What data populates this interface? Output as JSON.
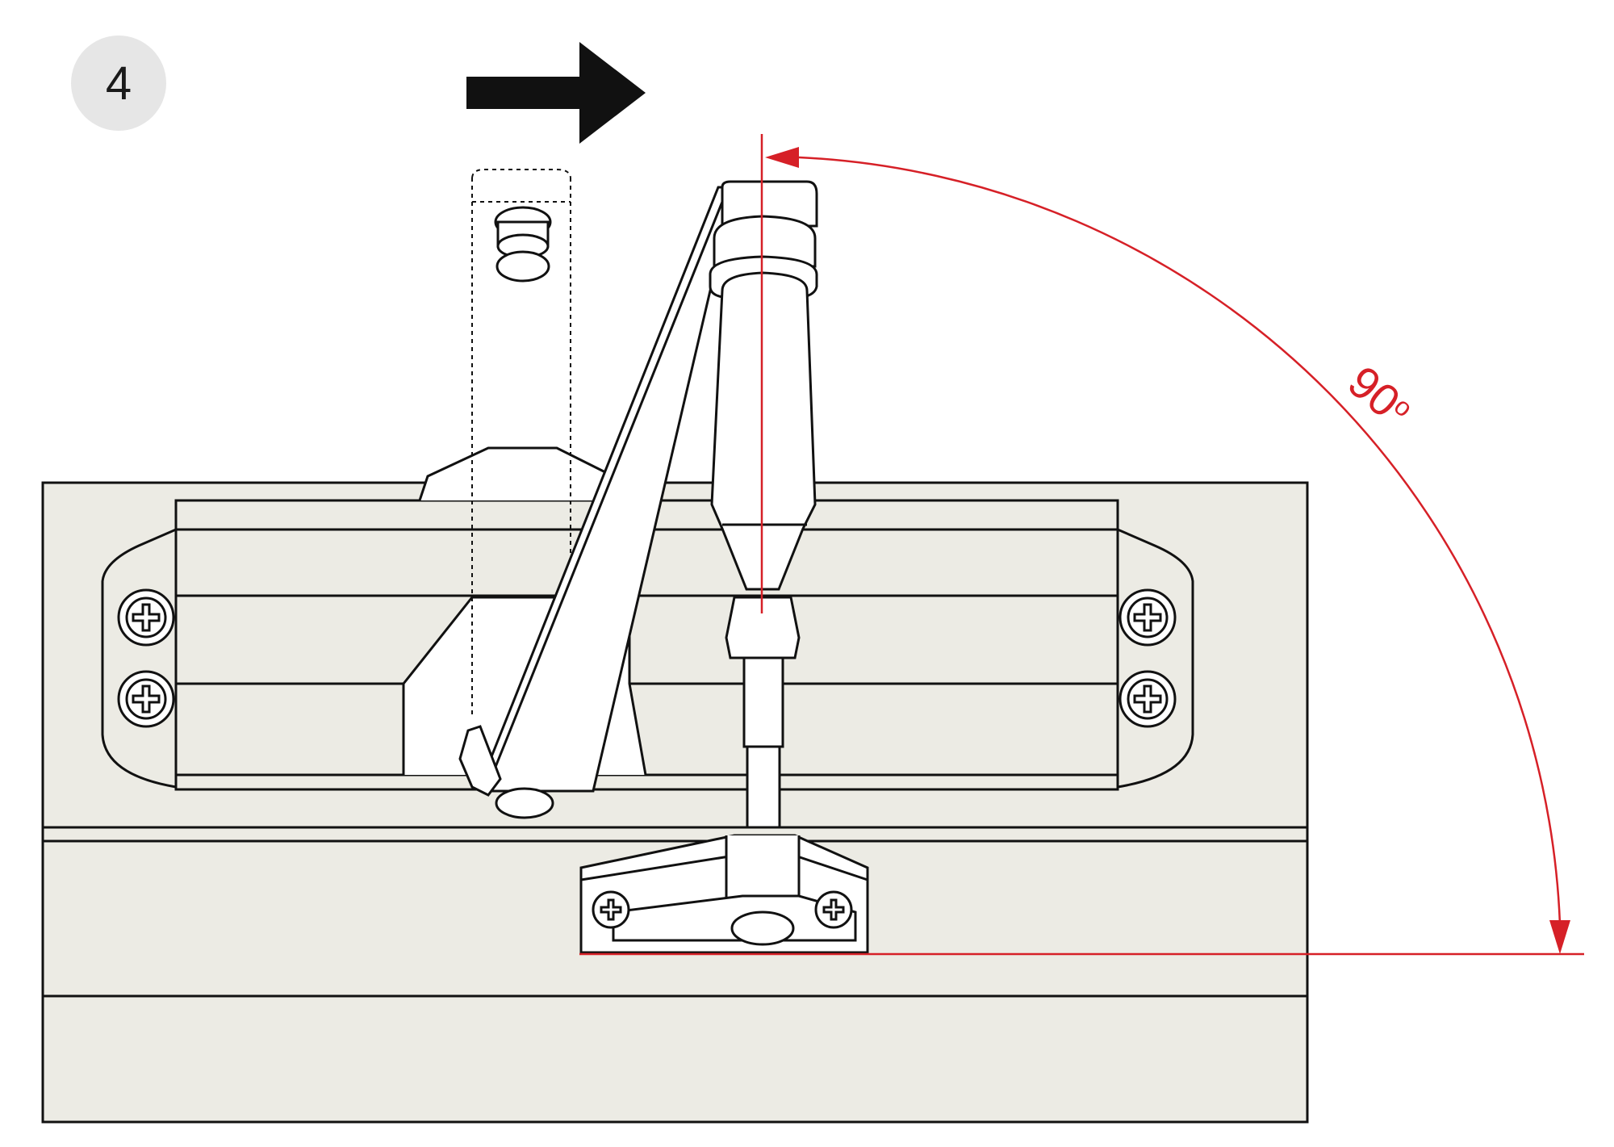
{
  "step": {
    "number": "4"
  },
  "angle": {
    "value": "90",
    "unit": "o"
  },
  "colors": {
    "line": "#111111",
    "panel": "#ecebe4",
    "accent": "#d62027",
    "badge": "#e6e6e6"
  }
}
